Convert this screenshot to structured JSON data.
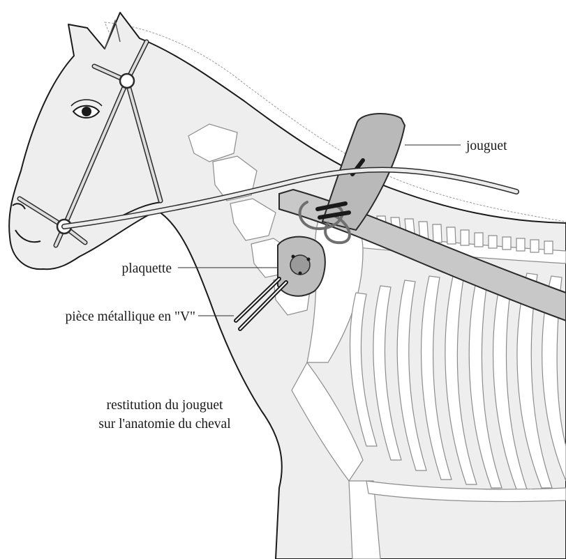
{
  "labels": {
    "jouguet": "jouguet",
    "plaquette": "plaquette",
    "piece_v": "pièce métallique en \"V\""
  },
  "caption": {
    "line1": "restitution du jouguet",
    "line2": "sur l'anatomie du cheval"
  }
}
